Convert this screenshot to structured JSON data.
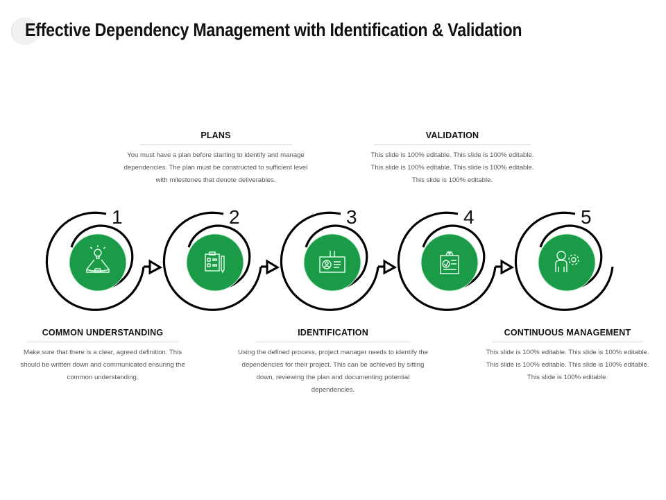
{
  "title": "Effective Dependency Management with Identification & Validation",
  "colors": {
    "accent_green": "#1b9a48",
    "arc_stroke": "#000000",
    "divider": "#d6d6d6"
  },
  "steps": [
    {
      "number": "1",
      "icon": "meditation-lightbulb-icon"
    },
    {
      "number": "2",
      "icon": "clipboard-checklist-pen-icon"
    },
    {
      "number": "3",
      "icon": "id-badge-icon"
    },
    {
      "number": "4",
      "icon": "clipboard-check-icon"
    },
    {
      "number": "5",
      "icon": "person-gear-icon"
    }
  ],
  "top_blocks": {
    "plans": {
      "heading": "PLANS",
      "body": "You must have a plan before starting to identify and manage dependencies. The plan must be constructed to sufficient level with milestones that denote deliverables."
    },
    "validation": {
      "heading": "VALIDATION",
      "body": "This slide is 100% editable. This slide is 100% editable. This slide is 100% editable. This slide is 100% editable. This slide is 100% editable."
    }
  },
  "bottom_blocks": {
    "common_understanding": {
      "heading": "COMMON UNDERSTANDING",
      "body": "Make sure that there is a clear, agreed definition. This should be written down and communicated ensuring the common understanding."
    },
    "identification": {
      "heading": "IDENTIFICATION",
      "body": "Using the defined process, project manager needs to identify the dependencies for their project. This can be achieved by sitting down, reviewing the plan and documenting potential dependencies."
    },
    "continuous_management": {
      "heading": "CONTINUOUS MANAGEMENT",
      "body": "This slide is 100% editable. This slide is 100% editable. This slide is 100% editable. This slide is 100% editable. This slide is 100% editable."
    }
  }
}
